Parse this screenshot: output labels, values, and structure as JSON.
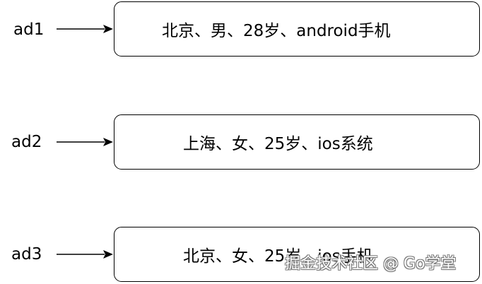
{
  "rows": [
    {
      "label": "ad1",
      "text": "北京、男、28岁、android手机"
    },
    {
      "label": "ad2",
      "text": "上海、女、25岁、ios系统"
    },
    {
      "label": "ad3",
      "text": "北京、女、25岁、ios手机"
    }
  ],
  "watermark": "掘金技术社区 @ Go学堂",
  "colors": {
    "stroke": "#000000",
    "background": "#ffffff",
    "watermark": "#ffffff"
  }
}
